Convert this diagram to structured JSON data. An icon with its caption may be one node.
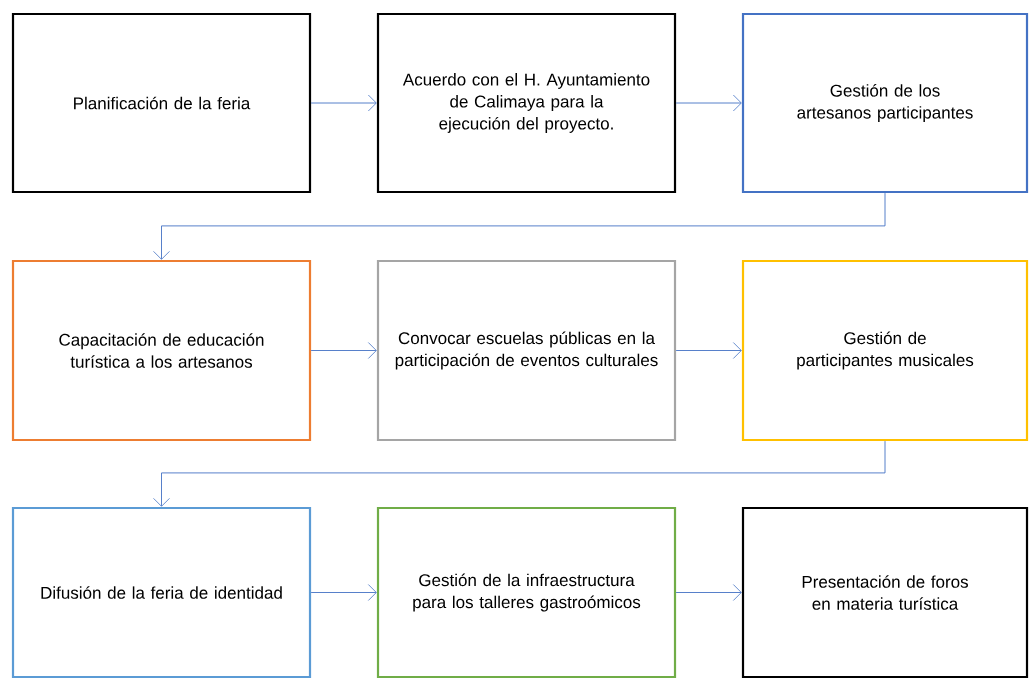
{
  "diagram": {
    "nodes": [
      {
        "text": [
          "Planificación de la feria"
        ]
      },
      {
        "text": [
          "Acuerdo con el H. Ayuntamiento de Calimaya para la ejecución del proyecto."
        ]
      },
      {
        "text": [
          "Gestión de los artesanos participantes"
        ]
      },
      {
        "text": [
          "Capacitación de educación turística a los artesanos"
        ]
      },
      {
        "text": [
          "Convocar escuelas públicas en la participación de eventos culturales"
        ]
      },
      {
        "text": [
          "Gestión de participantes musicales"
        ]
      },
      {
        "text": [
          "Difusión de la feria de identidad"
        ]
      },
      {
        "text": [
          "Gestión de la infraestructura para los talleres gastroómicos"
        ]
      },
      {
        "text": [
          "Presentación de foros en materia turística"
        ]
      }
    ],
    "edges": [
      {
        "from": 0,
        "to": 1,
        "arrow": "to"
      },
      {
        "from": 1,
        "to": 2,
        "arrow": "to"
      },
      {
        "from": 2,
        "to": 3,
        "arrow": "to"
      },
      {
        "from": 3,
        "to": 4,
        "arrow": "to"
      },
      {
        "from": 4,
        "to": 5,
        "arrow": "to"
      },
      {
        "from": 5,
        "to": 6,
        "arrow": "to"
      },
      {
        "from": 6,
        "to": 7,
        "arrow": "to"
      },
      {
        "from": 7,
        "to": 8,
        "arrow": "to"
      }
    ]
  }
}
